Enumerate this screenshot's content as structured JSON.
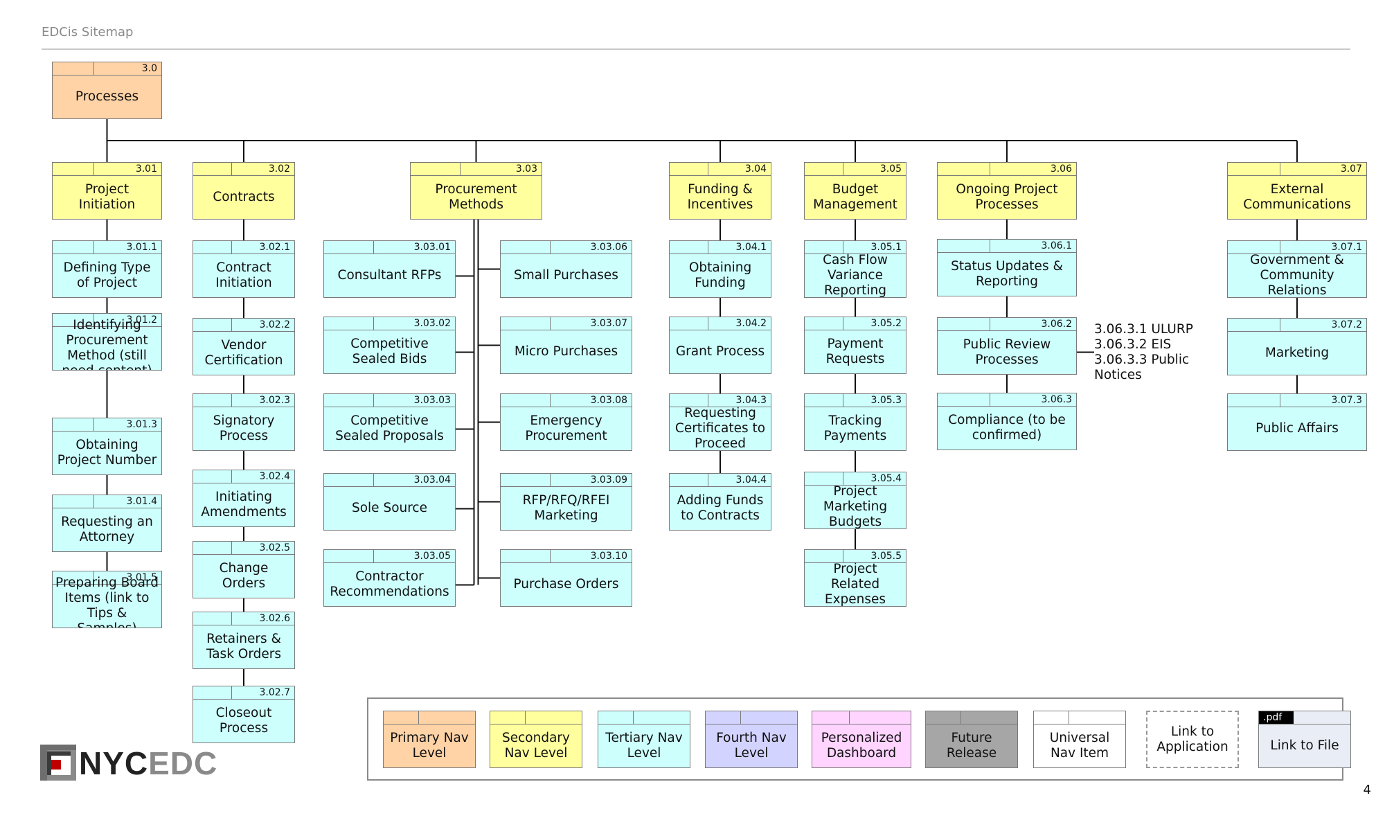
{
  "header": {
    "title": "EDCis Sitemap",
    "page_number": "4"
  },
  "root": {
    "id": "3.0",
    "label": "Processes"
  },
  "sections": [
    {
      "id": "3.01",
      "label": "Project Initiation",
      "children": [
        {
          "id": "3.01.1",
          "label": "Defining Type of Project"
        },
        {
          "id": "3.01.2",
          "label": "Identifying Procurement Method (still need content)"
        },
        {
          "id": "3.01.3",
          "label": "Obtaining Project Number"
        },
        {
          "id": "3.01.4",
          "label": "Requesting an Attorney"
        },
        {
          "id": "3.01.5",
          "label": "Preparing Board Items (link to Tips & Samples)"
        }
      ]
    },
    {
      "id": "3.02",
      "label": "Contracts",
      "children": [
        {
          "id": "3.02.1",
          "label": "Contract Initiation"
        },
        {
          "id": "3.02.2",
          "label": "Vendor Certification"
        },
        {
          "id": "3.02.3",
          "label": "Signatory Process"
        },
        {
          "id": "3.02.4",
          "label": "Initiating Amendments"
        },
        {
          "id": "3.02.5",
          "label": "Change Orders"
        },
        {
          "id": "3.02.6",
          "label": "Retainers & Task Orders"
        },
        {
          "id": "3.02.7",
          "label": "Closeout Process"
        }
      ]
    },
    {
      "id": "3.03",
      "label": "Procurement Methods",
      "children": [
        {
          "id": "3.03.01",
          "label": "Consultant RFPs"
        },
        {
          "id": "3.03.02",
          "label": "Competitive Sealed Bids"
        },
        {
          "id": "3.03.03",
          "label": "Competitive Sealed Proposals"
        },
        {
          "id": "3.03.04",
          "label": "Sole Source"
        },
        {
          "id": "3.03.05",
          "label": "Contractor Recommendations"
        },
        {
          "id": "3.03.06",
          "label": "Small Purchases"
        },
        {
          "id": "3.03.07",
          "label": "Micro Purchases"
        },
        {
          "id": "3.03.08",
          "label": "Emergency Procurement"
        },
        {
          "id": "3.03.09",
          "label": "RFP/RFQ/RFEI Marketing"
        },
        {
          "id": "3.03.10",
          "label": "Purchase Orders"
        }
      ]
    },
    {
      "id": "3.04",
      "label": "Funding & Incentives",
      "children": [
        {
          "id": "3.04.1",
          "label": "Obtaining Funding"
        },
        {
          "id": "3.04.2",
          "label": "Grant Process"
        },
        {
          "id": "3.04.3",
          "label": "Requesting Certificates to Proceed"
        },
        {
          "id": "3.04.4",
          "label": "Adding Funds to Contracts"
        }
      ]
    },
    {
      "id": "3.05",
      "label": "Budget Management",
      "children": [
        {
          "id": "3.05.1",
          "label": "Cash Flow Variance Reporting"
        },
        {
          "id": "3.05.2",
          "label": "Payment Requests"
        },
        {
          "id": "3.05.3",
          "label": "Tracking Payments"
        },
        {
          "id": "3.05.4",
          "label": "Project Marketing Budgets"
        },
        {
          "id": "3.05.5",
          "label": "Project Related Expenses"
        }
      ]
    },
    {
      "id": "3.06",
      "label": "Ongoing Project Processes",
      "children": [
        {
          "id": "3.06.1",
          "label": "Status Updates & Reporting"
        },
        {
          "id": "3.06.2",
          "label": "Public Review Processes"
        },
        {
          "id": "3.06.3",
          "label": "Compliance (to be confirmed)"
        }
      ]
    },
    {
      "id": "3.07",
      "label": "External Communications",
      "children": [
        {
          "id": "3.07.1",
          "label": "Government & Community Relations"
        },
        {
          "id": "3.07.2",
          "label": "Marketing"
        },
        {
          "id": "3.07.3",
          "label": "Public Affairs"
        }
      ]
    }
  ],
  "side_notes": [
    "3.06.3.1 ULURP",
    "3.06.3.2 EIS",
    "3.06.3.3 Public",
    "Notices"
  ],
  "legend": [
    {
      "key": "primary",
      "label": "Primary Nav Level",
      "color": "#ffd3a6"
    },
    {
      "key": "secondary",
      "label": "Secondary Nav Level",
      "color": "#ffff9e"
    },
    {
      "key": "tertiary",
      "label": "Tertiary Nav Level",
      "color": "#cdfffd"
    },
    {
      "key": "fourth",
      "label": "Fourth Nav Level",
      "color": "#d3d3ff"
    },
    {
      "key": "personal",
      "label": "Personalized Dashboard",
      "color": "#ffd4ff"
    },
    {
      "key": "future",
      "label": "Future Release",
      "color": "#a6a6a6"
    },
    {
      "key": "universal",
      "label": "Universal Nav Item",
      "color": "#ffffff"
    },
    {
      "key": "application",
      "label": "Link to Application"
    },
    {
      "key": "file",
      "label": "Link to File",
      "tag": ".pdf"
    }
  ],
  "logo": {
    "text_dark": "NYC",
    "text_gray": "EDC"
  }
}
